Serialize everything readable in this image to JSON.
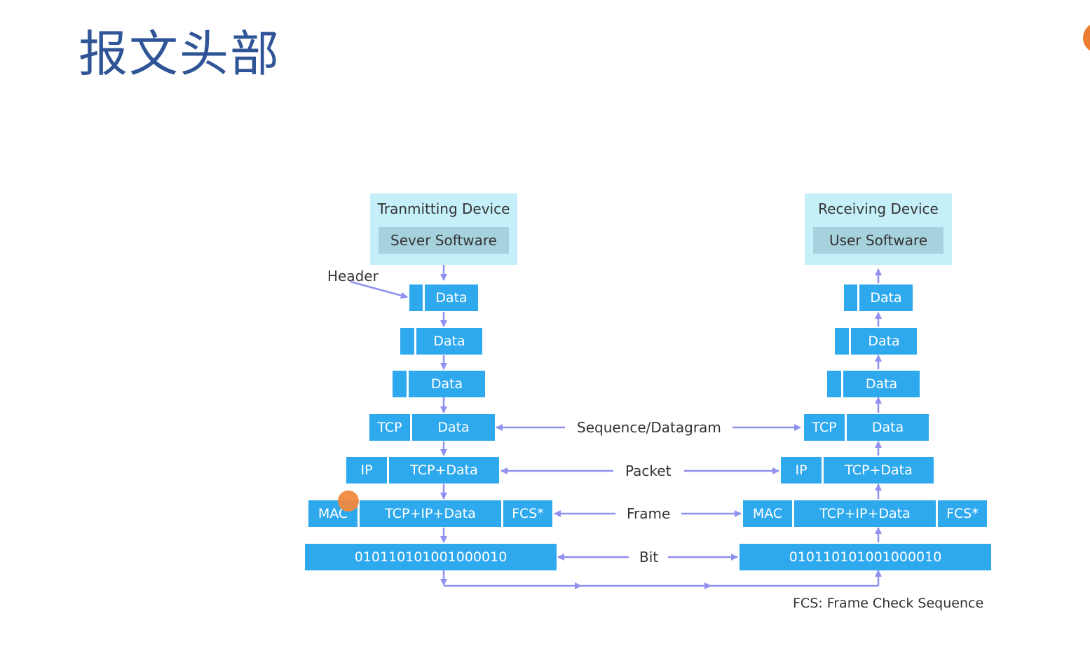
{
  "title": "报文头部",
  "colors": {
    "title": "#2f5597",
    "cell": "#2fa9ee",
    "device_bg": "#c5eff9",
    "software_bg": "#a6d2de",
    "arrow": "#8f90f0",
    "accent": "#ed7d31"
  },
  "transmitting": {
    "device_label": "Tranmitting Device",
    "software_label": "Sever Software"
  },
  "receiving": {
    "device_label": "Receiving Device",
    "software_label": "User Software"
  },
  "header_label": "Header",
  "data_label": "Data",
  "tcp_label": "TCP",
  "ip_label": "IP",
  "mac_label": "MAC",
  "fcs_label": "FCS*",
  "tcp_data_label": "TCP+Data",
  "tcp_ip_data_label": "TCP+IP+Data",
  "bits_label": "010110101001000010",
  "layers": {
    "segment": "Sequence/Datagram",
    "packet": "Packet",
    "frame": "Frame",
    "bit": "Bit"
  },
  "footnote": "FCS: Frame Check Sequence"
}
